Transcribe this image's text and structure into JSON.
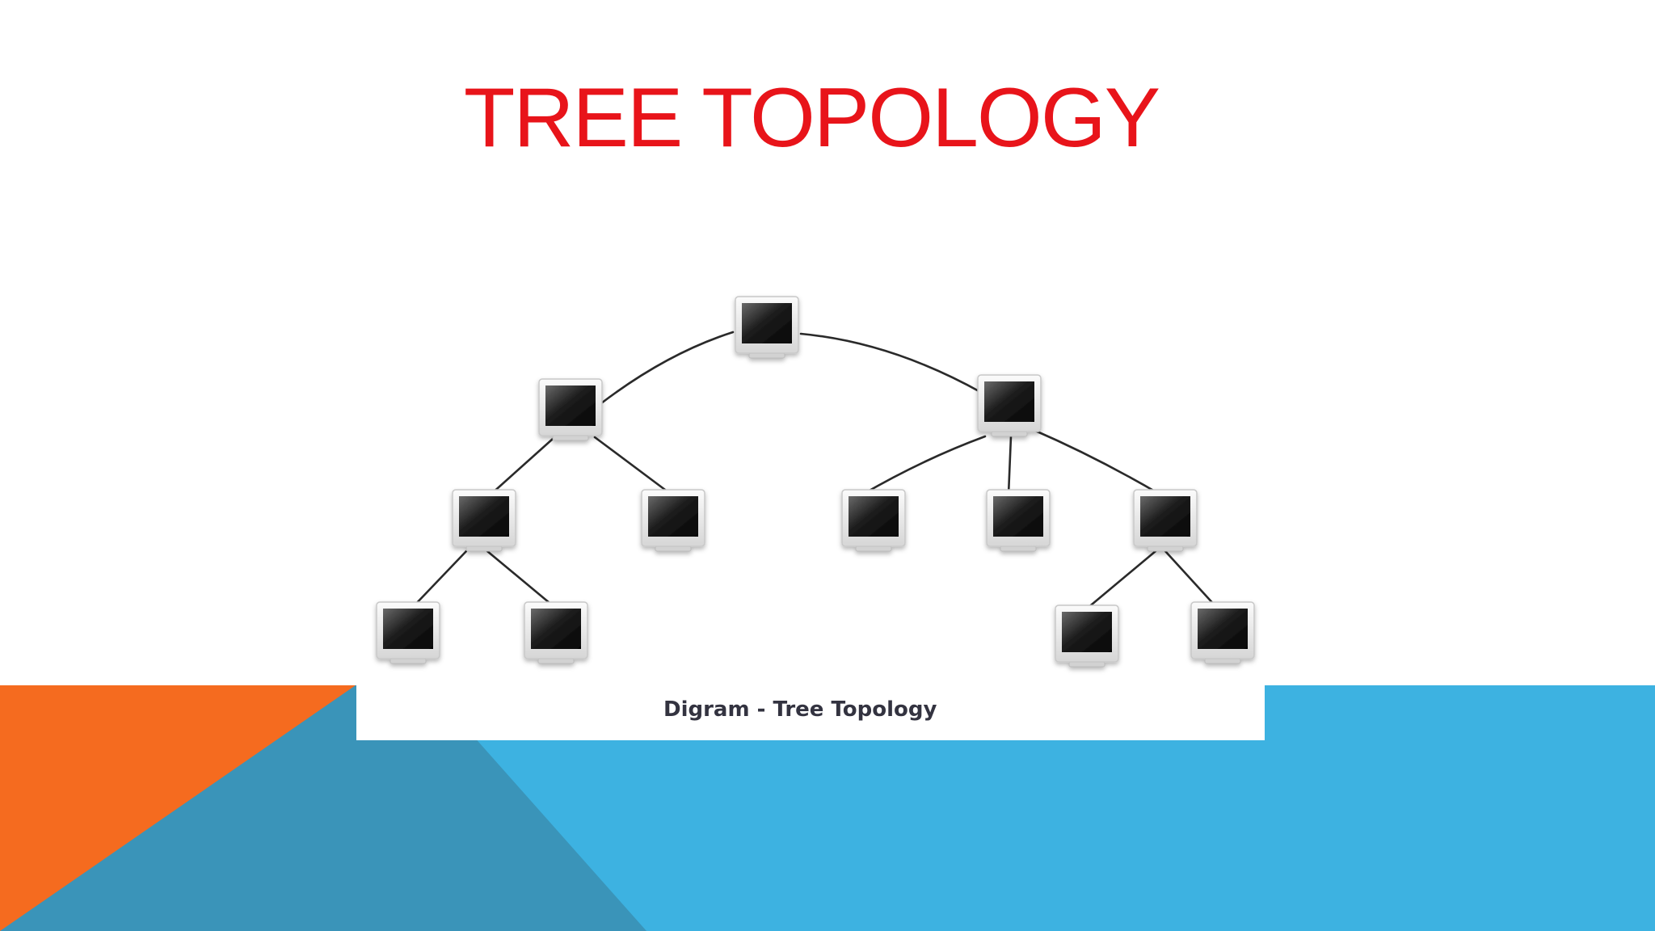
{
  "slide": {
    "title": "TREE TOPOLOGY",
    "title_color": "#e8141a"
  },
  "decor_colors": {
    "orange": "#f56b1f",
    "light_blue": "#3db2e1",
    "steel_blue": "#3a94b9"
  },
  "diagram": {
    "caption": "Digram - Tree Topology",
    "node_icon": "computer-monitor-icon",
    "nodes": [
      {
        "id": "root",
        "parent": null
      },
      {
        "id": "l1-left",
        "parent": "root"
      },
      {
        "id": "l1-right",
        "parent": "root"
      },
      {
        "id": "l2-a",
        "parent": "l1-left"
      },
      {
        "id": "l2-b",
        "parent": "l1-left"
      },
      {
        "id": "l2-c",
        "parent": "l1-right"
      },
      {
        "id": "l2-d",
        "parent": "l1-right"
      },
      {
        "id": "l2-e",
        "parent": "l1-right"
      },
      {
        "id": "l3-a",
        "parent": "l2-a"
      },
      {
        "id": "l3-b",
        "parent": "l2-a"
      },
      {
        "id": "l3-c",
        "parent": "l2-e"
      },
      {
        "id": "l3-d",
        "parent": "l2-e"
      }
    ]
  }
}
